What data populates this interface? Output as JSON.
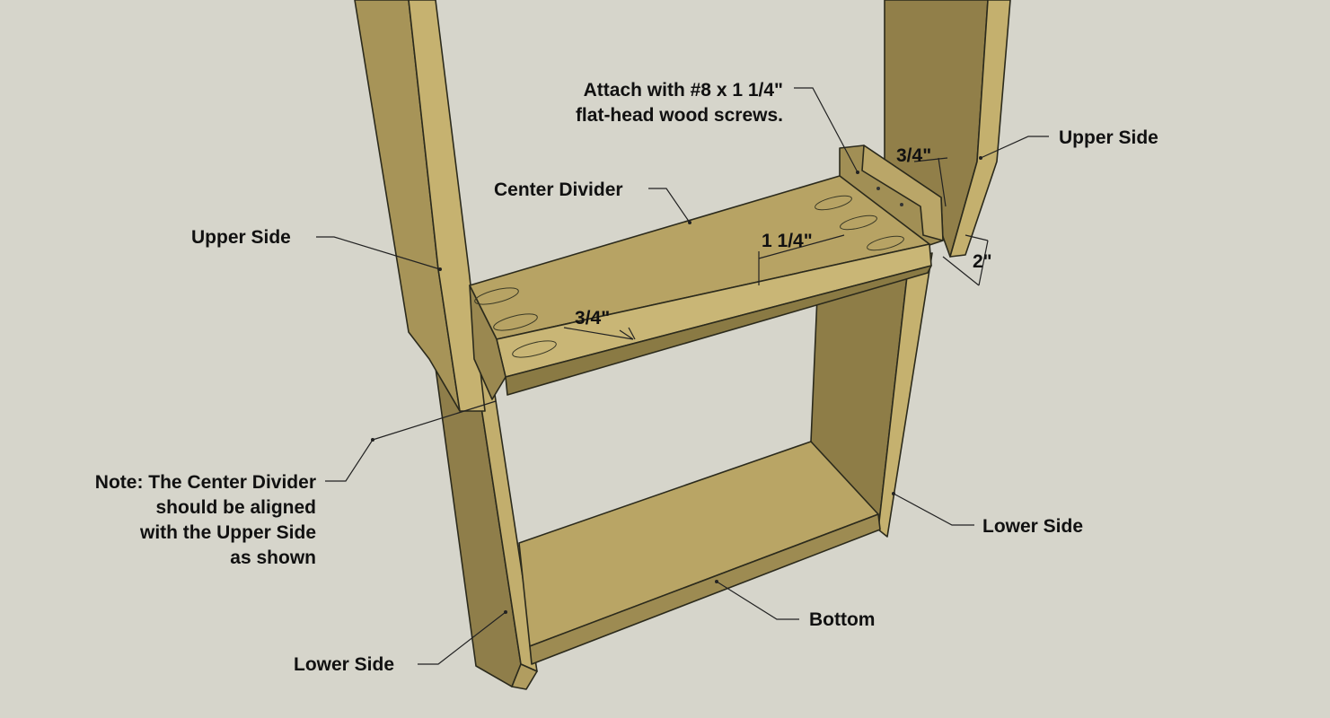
{
  "colors": {
    "background": "#d6d5cb",
    "wood_face": "#b8a466",
    "wood_light": "#c9b675",
    "wood_dark": "#8e7d48",
    "wood_shadow": "#7d6d3d",
    "hole": "#f2f2ee",
    "ink": "#111111"
  },
  "labels": {
    "upper_side_left": "Upper Side",
    "upper_side_right": "Upper Side",
    "center_divider": "Center Divider",
    "attach_line1": "Attach with #8 x 1 1/4\"",
    "attach_line2": "flat-head wood screws.",
    "lower_side_left": "Lower Side",
    "lower_side_right": "Lower Side",
    "bottom": "Bottom",
    "note_line1": "Note: The Center Divider",
    "note_line2": "should be aligned",
    "note_line3": "with the Upper Side",
    "note_line4": "as shown"
  },
  "dimensions": {
    "divider_thickness": "3/4\"",
    "hole_inset": "1 1/4\"",
    "upper_side_thickness": "3/4\"",
    "overlap": "2\""
  }
}
